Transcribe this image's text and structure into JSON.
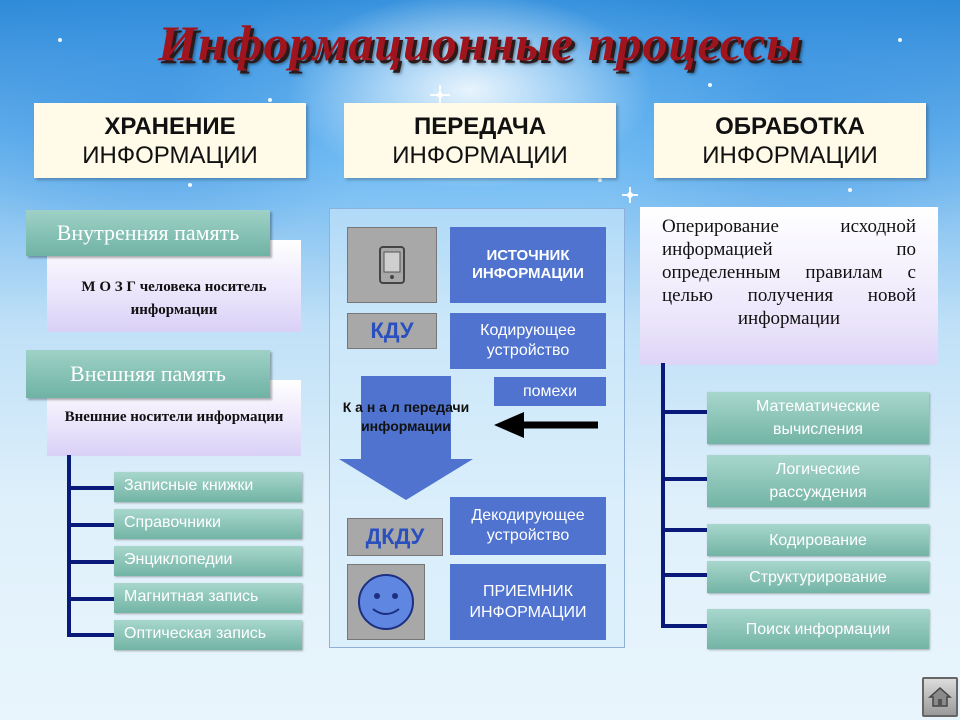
{
  "title": "Информационные процессы",
  "headers": [
    {
      "line1": "ХРАНЕНИЕ",
      "line2": "ИНФОРМАЦИИ"
    },
    {
      "line1": "ПЕРЕДАЧА",
      "line2": "ИНФОРМАЦИИ"
    },
    {
      "line1": "ОБРАБОТКА",
      "line2": "ИНФОРМАЦИИ"
    }
  ],
  "storage": {
    "internal_label": "Внутренняя  память",
    "internal_desc": "М О З Г  человека носитель  информации",
    "external_label": "Внешняя  память",
    "external_desc": "Внешние  носители информации",
    "items": [
      "Записные  книжки",
      "Справочники",
      "Энциклопедии",
      "Магнитная  запись",
      "Оптическая  запись"
    ]
  },
  "transfer": {
    "source_icon": "phone-icon",
    "source_label": "ИСТОЧНИК ИНФОРМАЦИИ",
    "kdu": "КДУ",
    "encoder": "Кодирующее устройство",
    "noise": "помехи",
    "channel": "К а н а л передачи информации",
    "dkdu": "ДКДУ",
    "decoder": "Декодирующее устройство",
    "receiver_icon": "smiley-face-icon",
    "receiver_label": "ПРИЕМНИК ИНФОРМАЦИИ"
  },
  "processing": {
    "definition": "Оперирование исходной информацией по определенным правилам с целью получения новой информации",
    "items": [
      "Математические вычисления",
      "Логические рассуждения",
      "Кодирование",
      "Структурирование",
      "Поиск  информации"
    ]
  },
  "nav": {
    "icon": "home-icon"
  },
  "colors": {
    "title": "#a0141e",
    "blue_box": "#4f73cf",
    "green_tab": "#72b4a5",
    "line": "#0a1a7a"
  }
}
